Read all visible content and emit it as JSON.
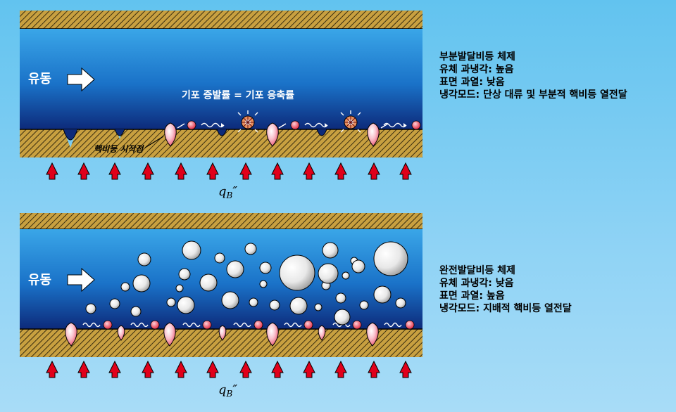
{
  "top_panel": {
    "flow_label": "유동",
    "balance_label": "기포 증발률 = 기포 응축률",
    "nucleation_label": "핵비등 시작점",
    "heat_flux_label": "qB″",
    "description": [
      "부분발달비등 체제",
      "유체 과냉각: 높음",
      "표면 과열: 낮음",
      "냉각모드: 단상 대류 및 부분적 핵비등 열전달"
    ]
  },
  "bottom_panel": {
    "flow_label": "유동",
    "heat_flux_label": "qB″",
    "description": [
      "완전발달비등 체제",
      "유체 과냉각: 낮음",
      "표면 과열: 높음",
      "냉각모드: 지배적 핵비등 열전달"
    ]
  },
  "colors": {
    "wall_fill": "#c8a040",
    "wall_hatch": "#3a2e10",
    "fluid_top": "#0d2a7a",
    "fluid_mid": "#1a72c8",
    "fluid_bottom": "#3aa6e8",
    "arrow_red": "#e0001a",
    "bubble_pink": "#f58aa0"
  }
}
